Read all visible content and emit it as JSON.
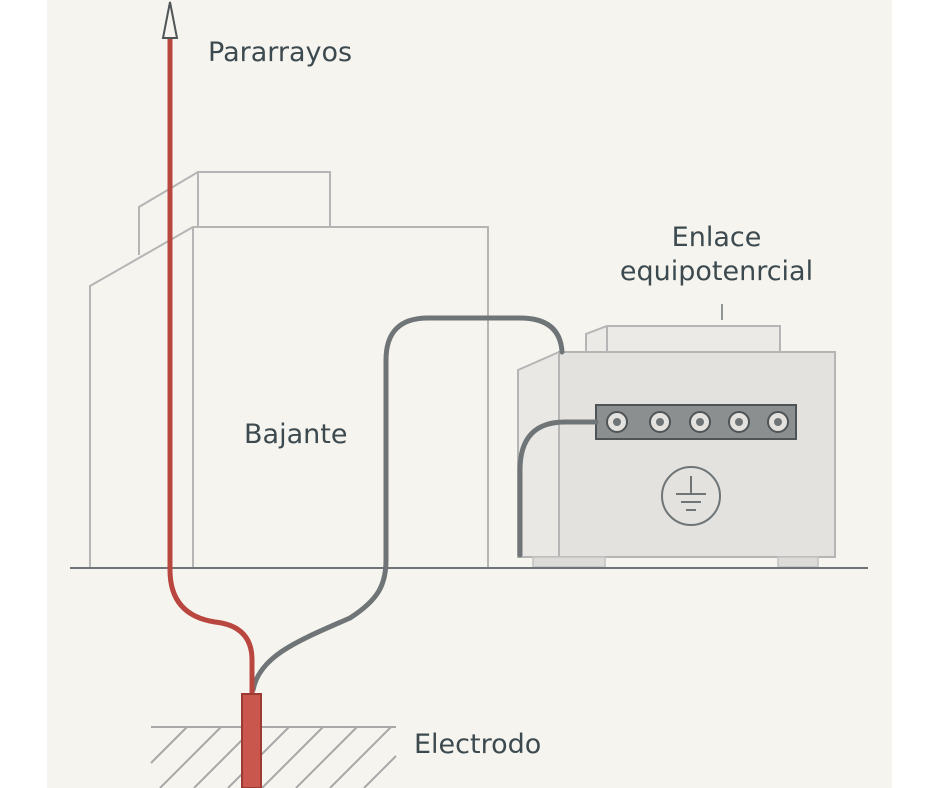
{
  "labels": {
    "lightning_rod": "Pararrayos",
    "down_conductor": "Bajante",
    "equipotential_link": "Enlace equipotenrcial",
    "electrode": "Electrodo"
  },
  "icons": {
    "ground_symbol": "ground-icon",
    "terminal": "terminal-screw-icon"
  },
  "colors": {
    "down_conductor": "#b9473f",
    "bonding_cable": "#6f7577",
    "outline": "#b5b5b5",
    "text": "#3c4a4f",
    "background": "#f6f4ef"
  }
}
